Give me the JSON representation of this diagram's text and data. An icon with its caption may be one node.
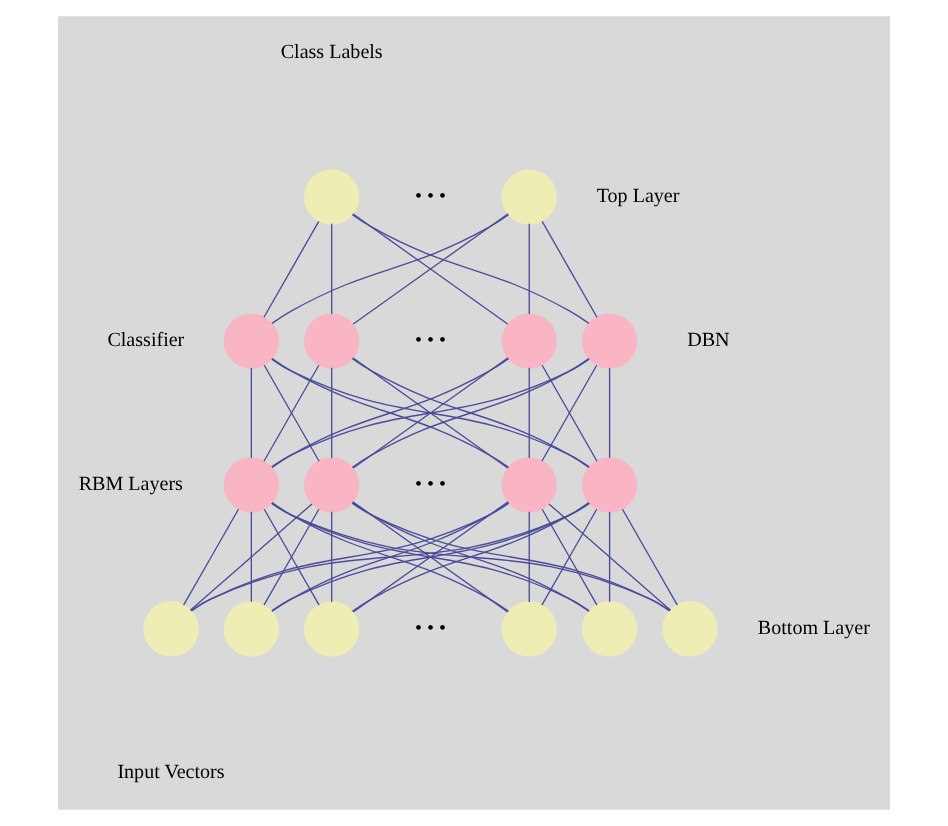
{
  "diagram": {
    "nodes": [
      {
        "text": [],
        "shape": "circle"
      },
      {
        "text": [],
        "shape": "circle"
      },
      {
        "text": [],
        "shape": "circle"
      },
      {
        "text": [],
        "shape": "circle"
      },
      {
        "text": [],
        "shape": "circle"
      },
      {
        "text": [],
        "shape": "circle"
      },
      {
        "text": [],
        "shape": "circle"
      },
      {
        "text": [],
        "shape": "circle"
      },
      {
        "text": [],
        "shape": "circle"
      },
      {
        "text": [],
        "shape": "circle"
      },
      {
        "text": [],
        "shape": "circle"
      },
      {
        "text": [],
        "shape": "circle"
      },
      {
        "text": [],
        "shape": "circle"
      },
      {
        "text": [],
        "shape": "circle"
      },
      {
        "text": [],
        "shape": "circle"
      },
      {
        "text": [],
        "shape": "circle"
      }
    ],
    "edges": [
      {
        "from": 0,
        "to": 2,
        "arrow": "none"
      },
      {
        "from": 0,
        "to": 3,
        "arrow": "none"
      },
      {
        "from": 0,
        "to": 4,
        "arrow": "none"
      },
      {
        "from": 0,
        "to": 5,
        "arrow": "none"
      },
      {
        "from": 1,
        "to": 2,
        "arrow": "none"
      },
      {
        "from": 1,
        "to": 3,
        "arrow": "none"
      },
      {
        "from": 1,
        "to": 4,
        "arrow": "none"
      },
      {
        "from": 1,
        "to": 5,
        "arrow": "none"
      },
      {
        "from": 2,
        "to": 6,
        "arrow": "none"
      },
      {
        "from": 2,
        "to": 7,
        "arrow": "none"
      },
      {
        "from": 2,
        "to": 8,
        "arrow": "none"
      },
      {
        "from": 2,
        "to": 9,
        "arrow": "none"
      },
      {
        "from": 3,
        "to": 6,
        "arrow": "none"
      },
      {
        "from": 3,
        "to": 7,
        "arrow": "none"
      },
      {
        "from": 3,
        "to": 8,
        "arrow": "none"
      },
      {
        "from": 3,
        "to": 9,
        "arrow": "none"
      },
      {
        "from": 4,
        "to": 6,
        "arrow": "none"
      },
      {
        "from": 4,
        "to": 7,
        "arrow": "none"
      },
      {
        "from": 4,
        "to": 8,
        "arrow": "none"
      },
      {
        "from": 4,
        "to": 9,
        "arrow": "none"
      },
      {
        "from": 5,
        "to": 6,
        "arrow": "none"
      },
      {
        "from": 5,
        "to": 7,
        "arrow": "none"
      },
      {
        "from": 5,
        "to": 8,
        "arrow": "none"
      },
      {
        "from": 5,
        "to": 9,
        "arrow": "none"
      },
      {
        "from": 6,
        "to": 10,
        "arrow": "none"
      },
      {
        "from": 6,
        "to": 11,
        "arrow": "none"
      },
      {
        "from": 6,
        "to": 12,
        "arrow": "none"
      },
      {
        "from": 6,
        "to": 13,
        "arrow": "none"
      },
      {
        "from": 6,
        "to": 14,
        "arrow": "none"
      },
      {
        "from": 6,
        "to": 15,
        "arrow": "none"
      },
      {
        "from": 7,
        "to": 10,
        "arrow": "none"
      },
      {
        "from": 7,
        "to": 11,
        "arrow": "none"
      },
      {
        "from": 7,
        "to": 12,
        "arrow": "none"
      },
      {
        "from": 7,
        "to": 13,
        "arrow": "none"
      },
      {
        "from": 7,
        "to": 14,
        "arrow": "none"
      },
      {
        "from": 7,
        "to": 15,
        "arrow": "none"
      },
      {
        "from": 8,
        "to": 10,
        "arrow": "none"
      },
      {
        "from": 8,
        "to": 11,
        "arrow": "none"
      },
      {
        "from": 8,
        "to": 12,
        "arrow": "none"
      },
      {
        "from": 8,
        "to": 13,
        "arrow": "none"
      },
      {
        "from": 8,
        "to": 14,
        "arrow": "none"
      },
      {
        "from": 8,
        "to": 15,
        "arrow": "none"
      },
      {
        "from": 9,
        "to": 10,
        "arrow": "none"
      },
      {
        "from": 9,
        "to": 11,
        "arrow": "none"
      },
      {
        "from": 9,
        "to": 12,
        "arrow": "none"
      },
      {
        "from": 9,
        "to": 13,
        "arrow": "none"
      },
      {
        "from": 9,
        "to": 14,
        "arrow": "none"
      },
      {
        "from": 9,
        "to": 15,
        "arrow": "none"
      }
    ],
    "labels": [
      "Class Labels",
      "• • •",
      "Top Layer",
      "Classifier",
      "• • •",
      "DBN",
      "RBM Layers",
      "• • •",
      "• • •",
      "Bottom Layer",
      "Input Vectors"
    ]
  }
}
